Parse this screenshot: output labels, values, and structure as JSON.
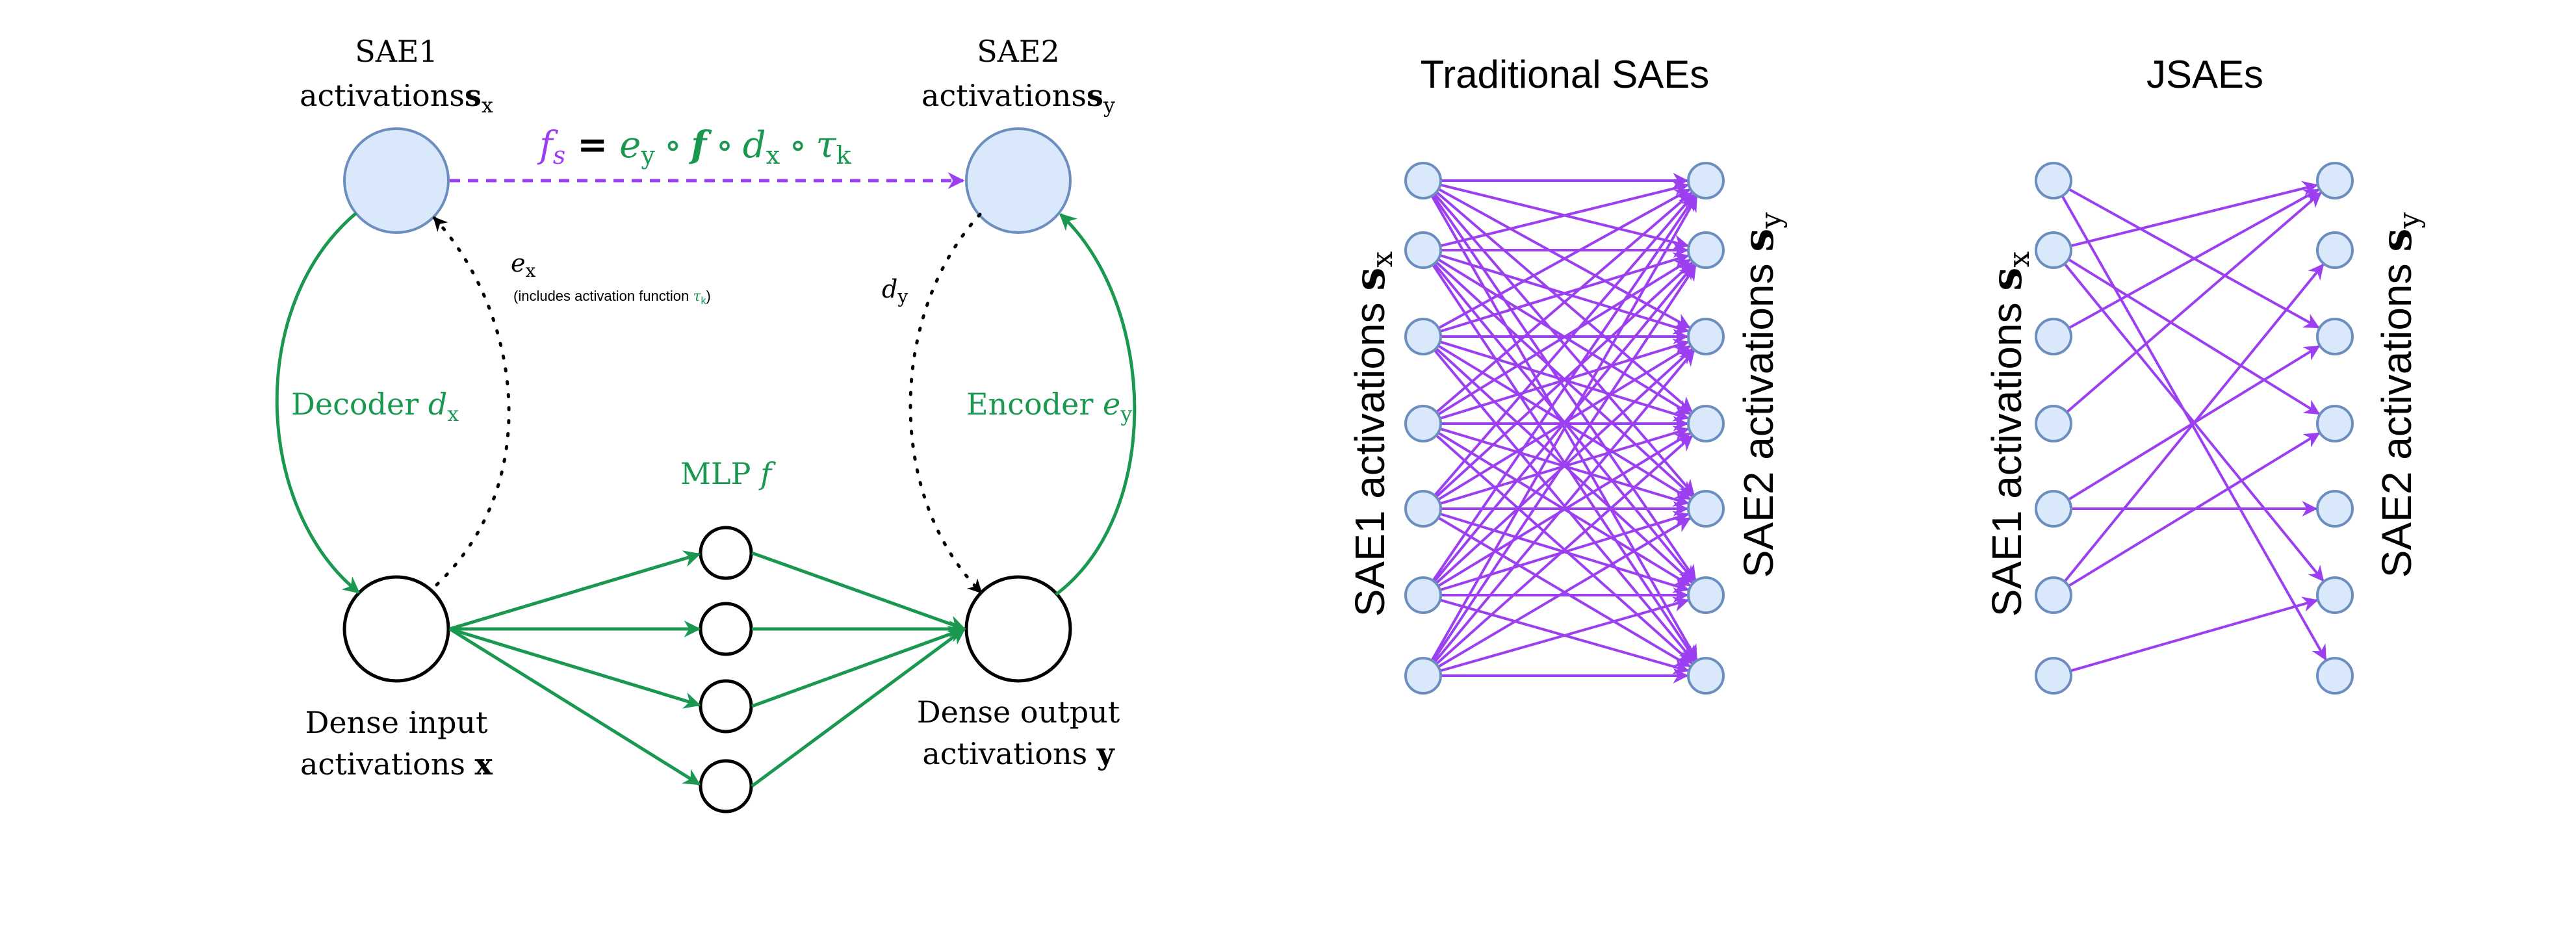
{
  "colors": {
    "green": "#1a9850",
    "purple": "#9b3ff0",
    "node_fill": "#dae8fc",
    "node_stroke": "#6c8ebf",
    "black": "#000000"
  },
  "left_diagram": {
    "sae1_title": "SAE1",
    "sae1_activations": "activations",
    "sae1_symbol": "s",
    "sae1_sub": "x",
    "sae2_title": "SAE2",
    "sae2_activations": "activations",
    "sae2_symbol": "s",
    "sae2_sub": "y",
    "formula": {
      "f": "f",
      "f_sub": "s",
      "eq": "=",
      "e": "e",
      "e_sub": "y",
      "circ1": "∘",
      "ff": "f",
      "circ2": "∘",
      "d": "d",
      "d_sub": "x",
      "circ3": "∘",
      "tau": "τ",
      "tau_sub": "k"
    },
    "ex": {
      "symbol": "e",
      "sub": "x"
    },
    "ex_note": {
      "prefix": "(includes activation function ",
      "tau": "τ",
      "tau_sub": "k",
      "suffix": ")"
    },
    "dy": {
      "symbol": "d",
      "sub": "y"
    },
    "decoder": {
      "label": "Decoder ",
      "symbol": "d",
      "sub": "x"
    },
    "encoder": {
      "label": "Encoder ",
      "symbol": "e",
      "sub": "y"
    },
    "mlp": {
      "label": "MLP ",
      "symbol": "f"
    },
    "dense_input": {
      "line1": "Dense input",
      "line2": "activations ",
      "symbol": "x"
    },
    "dense_output": {
      "line1": "Dense output",
      "line2": "activations ",
      "symbol": "y"
    }
  },
  "traditional": {
    "title": "Traditional SAEs",
    "left_label": "SAE1 activations ",
    "left_symbol": "s",
    "left_sub": "x",
    "right_label": "SAE2 activations ",
    "right_symbol": "s",
    "right_sub": "y"
  },
  "jsae": {
    "title": "JSAEs",
    "left_label": "SAE1 activations ",
    "left_symbol": "s",
    "left_sub": "x",
    "right_label": "SAE2 activations ",
    "right_symbol": "s",
    "right_sub": "y",
    "edges": [
      [
        0,
        2
      ],
      [
        0,
        6
      ],
      [
        1,
        0
      ],
      [
        1,
        3
      ],
      [
        1,
        5
      ],
      [
        2,
        0
      ],
      [
        3,
        0
      ],
      [
        4,
        4
      ],
      [
        4,
        2
      ],
      [
        5,
        3
      ],
      [
        5,
        1
      ],
      [
        6,
        5
      ]
    ]
  }
}
